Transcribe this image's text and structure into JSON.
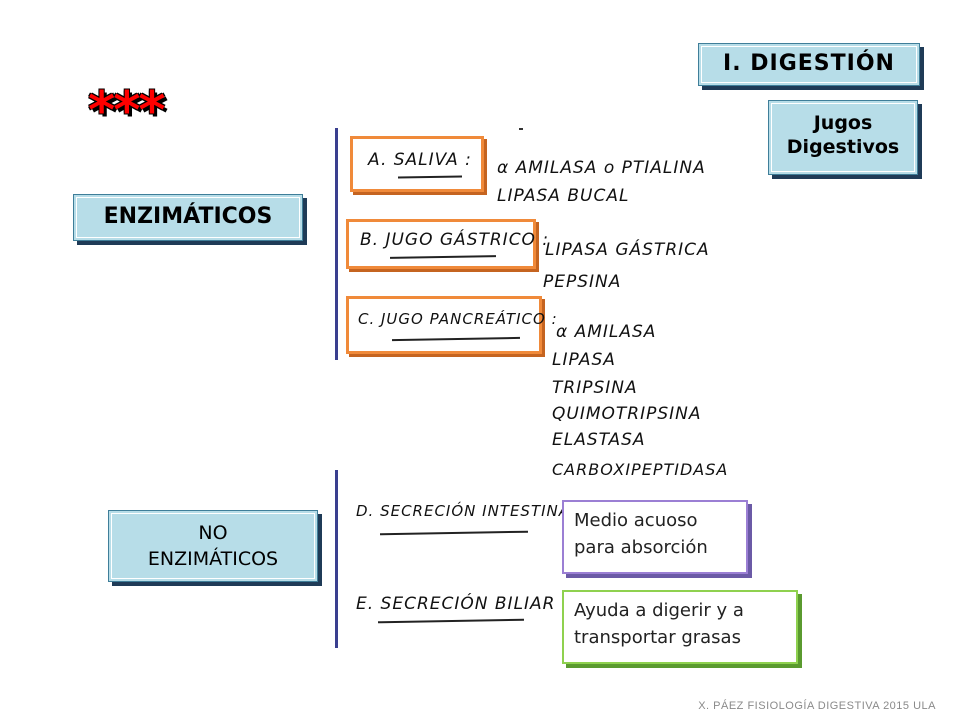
{
  "header": {
    "title": "I. DIGESTIÓN",
    "jugos_line1": "Jugos",
    "jugos_line2": "Digestivos"
  },
  "stars": "***",
  "enzimaticos": {
    "label": "ENZIMÁTICOS",
    "items": [
      {
        "label": "A. SALIVA :",
        "enzymes": [
          "α AMILASA o PTIALINA",
          "LIPASA BUCAL"
        ]
      },
      {
        "label": "B. JUGO GÁSTRICO :",
        "enzymes": [
          "LIPASA GÁSTRICA",
          "PEPSINA"
        ]
      },
      {
        "label": "C. JUGO PANCREÁTICO :",
        "enzymes": [
          "α AMILASA",
          "LIPASA",
          "TRIPSINA",
          "QUIMOTRIPSINA",
          "ELASTASA",
          "CARBOXIPEPTIDASA"
        ]
      }
    ]
  },
  "no_enzimaticos": {
    "label_line1": "NO",
    "label_line2": "ENZIMÁTICOS",
    "items": [
      {
        "label": "D. SECRECIÓN INTESTINAL",
        "note_line1": "Medio acuoso",
        "note_line2": "para absorción"
      },
      {
        "label": "E. SECRECIÓN BILIAR :",
        "note_line1": "Ayuda a digerir y a",
        "note_line2": "transportar grasas"
      }
    ]
  },
  "footer": "X. PÁEZ   FISIOLOGÍA DIGESTIVA 2015 ULA",
  "colors": {
    "box_fill": "#b7dde8",
    "box_shadow": "#1f3b57",
    "orange": "#f08a3a",
    "purple": "#9b7fd4",
    "green": "#8fd14f",
    "stars": "#ff0000",
    "line": "#3a3f8f"
  }
}
